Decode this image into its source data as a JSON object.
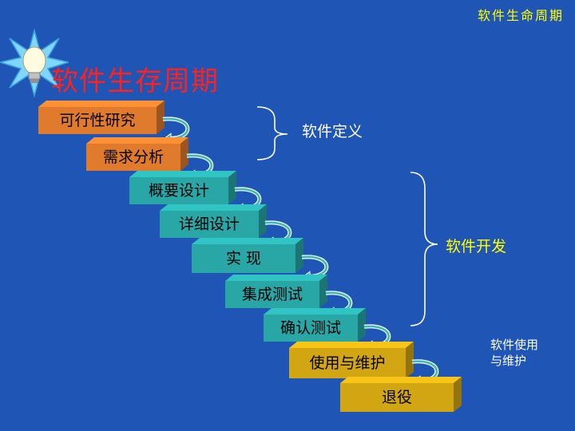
{
  "header": {
    "corner_title": "软件生命周期",
    "main_title": "软件生存周期"
  },
  "colors": {
    "background": "#1f55b4",
    "orange": "#e07a2c",
    "teal": "#29a6a6",
    "gold": "#d2a612",
    "title_red": "#ff2020",
    "yellow_text": "#ffff00"
  },
  "stages": [
    {
      "label": "可行性研究",
      "color": "orange"
    },
    {
      "label": "需求分析",
      "color": "orange"
    },
    {
      "label": "概要设计",
      "color": "teal"
    },
    {
      "label": "详细设计",
      "color": "teal"
    },
    {
      "label": "实 现",
      "color": "teal"
    },
    {
      "label": "集成测试",
      "color": "teal"
    },
    {
      "label": "确认测试",
      "color": "teal"
    },
    {
      "label": "使用与维护",
      "color": "gold"
    },
    {
      "label": "退役",
      "color": "gold"
    }
  ],
  "groups": {
    "definition": "软件定义",
    "development": "软件开发",
    "usage_line1": "软件使用",
    "usage_line2": "与维护"
  },
  "icons": [
    "lightbulb-star-icon",
    "loop-arrow-icon"
  ]
}
